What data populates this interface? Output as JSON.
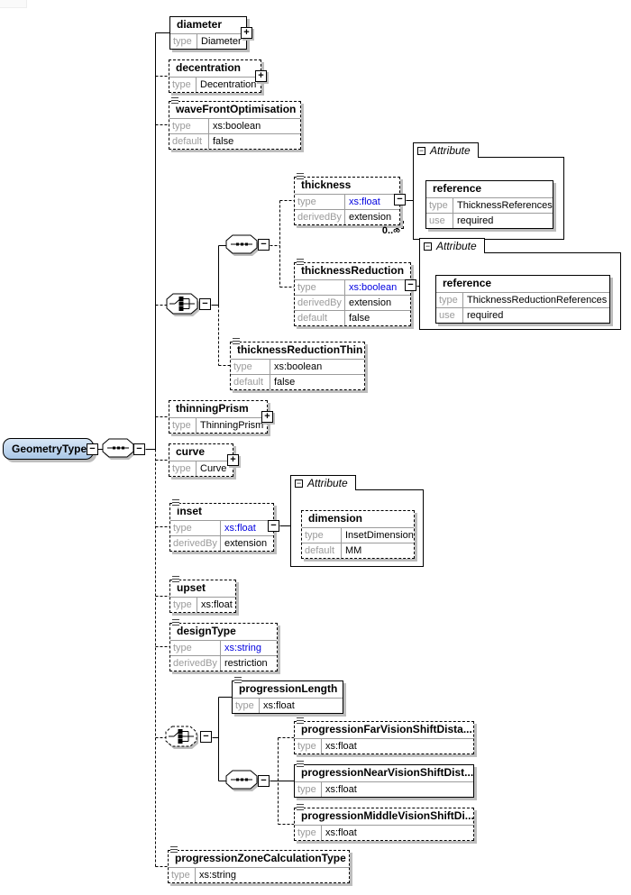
{
  "icons": {
    "expand": "+",
    "collapse": "−"
  },
  "labels": {
    "attribute": "Attribute"
  },
  "root": {
    "label": "GeometryType"
  },
  "elements": {
    "diameter": {
      "name": "diameter",
      "rows": [
        {
          "label": "type",
          "value": "Diameter"
        }
      ]
    },
    "decentration": {
      "name": "decentration",
      "rows": [
        {
          "label": "type",
          "value": "Decentration"
        }
      ]
    },
    "waveFrontOptimisation": {
      "name": "waveFrontOptimisation",
      "rows": [
        {
          "label": "type",
          "value": "xs:boolean"
        },
        {
          "label": "default",
          "value": "false"
        }
      ]
    },
    "thickness": {
      "name": "thickness",
      "occurs": "0..∞",
      "rows": [
        {
          "label": "type",
          "value": "xs:float"
        },
        {
          "label": "derivedBy",
          "value": "extension"
        }
      ]
    },
    "thicknessReduction": {
      "name": "thicknessReduction",
      "rows": [
        {
          "label": "type",
          "value": "xs:boolean"
        },
        {
          "label": "derivedBy",
          "value": "extension"
        },
        {
          "label": "default",
          "value": "false"
        }
      ]
    },
    "thicknessReductionThin": {
      "name": "thicknessReductionThin",
      "rows": [
        {
          "label": "type",
          "value": "xs:boolean"
        },
        {
          "label": "default",
          "value": "false"
        }
      ]
    },
    "thinningPrism": {
      "name": "thinningPrism",
      "rows": [
        {
          "label": "type",
          "value": "ThinningPrism"
        }
      ]
    },
    "curve": {
      "name": "curve",
      "rows": [
        {
          "label": "type",
          "value": "Curve"
        }
      ]
    },
    "inset": {
      "name": "inset",
      "rows": [
        {
          "label": "type",
          "value": "xs:float"
        },
        {
          "label": "derivedBy",
          "value": "extension"
        }
      ]
    },
    "upset": {
      "name": "upset",
      "rows": [
        {
          "label": "type",
          "value": "xs:float"
        }
      ]
    },
    "designType": {
      "name": "designType",
      "rows": [
        {
          "label": "type",
          "value": "xs:string"
        },
        {
          "label": "derivedBy",
          "value": "restriction"
        }
      ]
    },
    "progressionLength": {
      "name": "progressionLength",
      "rows": [
        {
          "label": "type",
          "value": "xs:float"
        }
      ]
    },
    "progressionFarVisionShiftDistance": {
      "name": "progressionFarVisionShiftDista...",
      "rows": [
        {
          "label": "type",
          "value": "xs:float"
        }
      ]
    },
    "progressionNearVisionShiftDistance": {
      "name": "progressionNearVisionShiftDist...",
      "rows": [
        {
          "label": "type",
          "value": "xs:float"
        }
      ]
    },
    "progressionMiddleVisionShiftDistance": {
      "name": "progressionMiddleVisionShiftDi...",
      "rows": [
        {
          "label": "type",
          "value": "xs:float"
        }
      ]
    },
    "progressionZoneCalculationType": {
      "name": "progressionZoneCalculationType",
      "rows": [
        {
          "label": "type",
          "value": "xs:string"
        }
      ]
    }
  },
  "attributes": {
    "thicknessReference": {
      "name": "reference",
      "rows": [
        {
          "label": "type",
          "value": "ThicknessReferences"
        },
        {
          "label": "use",
          "value": "required"
        }
      ]
    },
    "thicknessReductionReference": {
      "name": "reference",
      "rows": [
        {
          "label": "type",
          "value": "ThicknessReductionReferences"
        },
        {
          "label": "use",
          "value": "required"
        }
      ]
    },
    "insetDimension": {
      "name": "dimension",
      "rows": [
        {
          "label": "type",
          "value": "InsetDimension"
        },
        {
          "label": "default",
          "value": "MM"
        }
      ]
    }
  },
  "colors": {
    "link": "#0000e0",
    "shadow": "#bdbdbd",
    "root_fill_top": "#d8e6f5",
    "root_fill_bottom": "#a9c7e7"
  }
}
